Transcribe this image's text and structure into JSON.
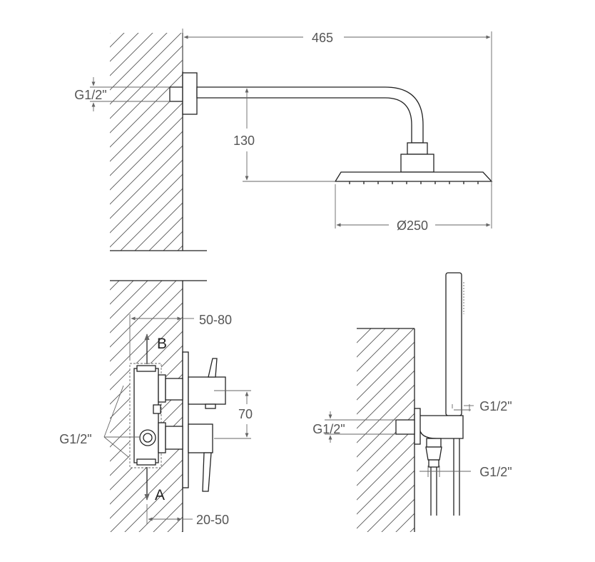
{
  "top_view": {
    "width": "465",
    "inlet": "G1/2\"",
    "drop": "130",
    "diameter": "Ø250"
  },
  "mixer_view": {
    "depth": "50-80",
    "outlet_b": "B",
    "outlet_a": "A",
    "spacing": "70",
    "inlet": "G1/2\"",
    "cover": "20-50"
  },
  "hand_view": {
    "hose_top": "G1/2\"",
    "inlet": "G1/2\"",
    "hose_bottom": "G1/2\""
  }
}
